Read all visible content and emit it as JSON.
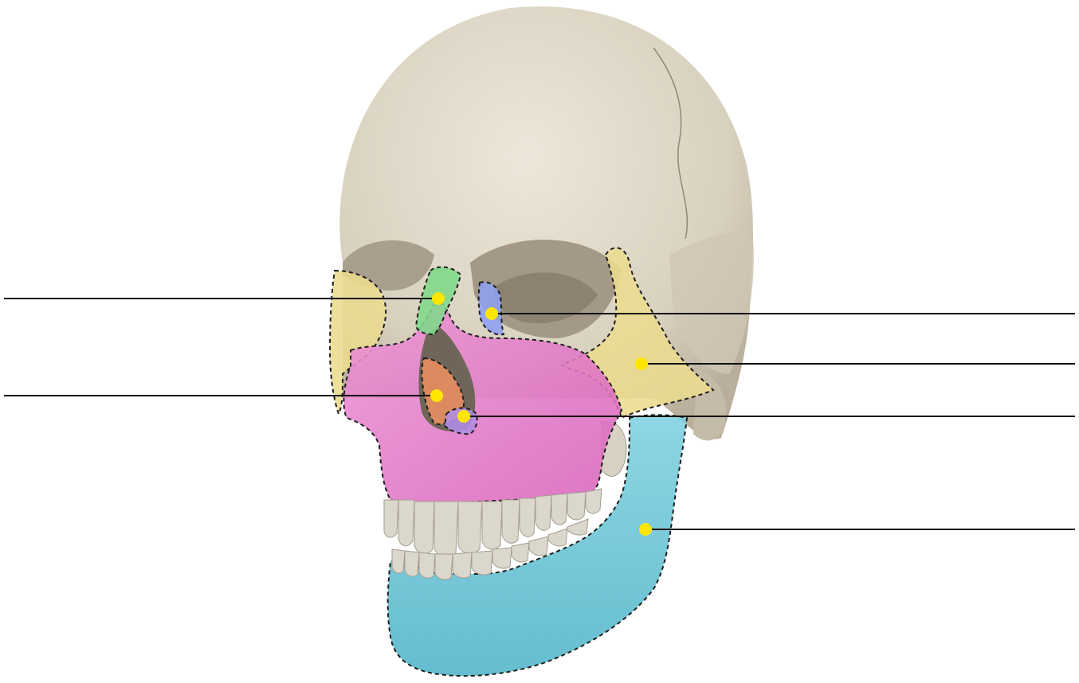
{
  "title": "",
  "colors": {
    "skull_base": "#e2dccd",
    "skull_shade": "#c9c1b0",
    "orbit_shadow": "#a89f8f",
    "zygomatic": "#eadc8e",
    "maxilla": "#e27bc8",
    "nasal": "#7fd88a",
    "lacrimal": "#8ea0f0",
    "vomer_or_concha": "#ec9060",
    "palatine_region": "#b18de6",
    "mandible": "#5cbfd2",
    "marker": "#ffe600",
    "leader_line": "#111111",
    "outline": "#1e1e1e"
  },
  "labels": [
    {
      "id": "nasal",
      "side": "left",
      "text": ""
    },
    {
      "id": "inferior-nasal-concha",
      "side": "left",
      "text": ""
    },
    {
      "id": "lacrimal",
      "side": "right",
      "text": ""
    },
    {
      "id": "zygomatic",
      "side": "right",
      "text": ""
    },
    {
      "id": "vomer",
      "side": "right",
      "text": ""
    },
    {
      "id": "mandible",
      "side": "right",
      "text": ""
    }
  ]
}
